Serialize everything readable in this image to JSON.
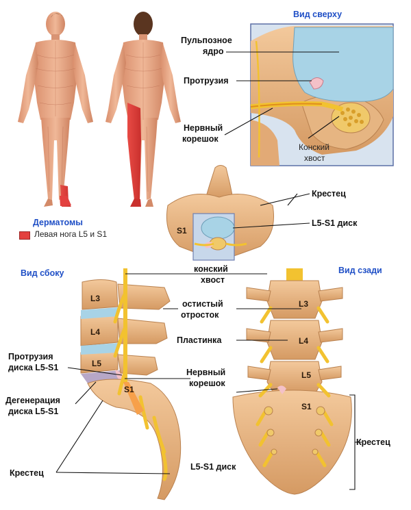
{
  "views": {
    "top": "Вид сверху",
    "side": "Вид сбоку",
    "back": "Вид сзади"
  },
  "dermatomes": {
    "title": "Дерматомы",
    "legend": "Левая нога L5 и S1",
    "legend_color": "#e3413f"
  },
  "top_labels": {
    "nucleus_line1": "Пульпозное",
    "nucleus_line2": "ядро",
    "protrusion": "Протрузия",
    "root_line1": "Нервный",
    "root_line2": "корешок",
    "cauda_line1": "Конский",
    "cauda_line2": "хвост"
  },
  "sacrum_labels": {
    "sacrum": "Крестец",
    "disc": "L5-S1 диск",
    "s1": "S1"
  },
  "middle_labels": {
    "cauda_line1": "конский",
    "cauda_line2": "хвост",
    "spinous_line1": "остистый",
    "spinous_line2": "отросток",
    "lamina": "Пластинка",
    "root_line1": "Нервный",
    "root_line2": "корешок",
    "disc": "L5-S1 диск"
  },
  "side_labels": {
    "protrusion_line1": "Протрузия",
    "protrusion_line2": "диска L5-S1",
    "degeneration_line1": "Дегенерация",
    "degeneration_line2": "диска L5-S1",
    "sacrum": "Крестец"
  },
  "back_labels": {
    "sacrum": "Крестец"
  },
  "vertebrae": {
    "l3": "L3",
    "l4": "L4",
    "l5": "L5",
    "s1": "S1"
  },
  "colors": {
    "bone": "#e8b584",
    "bone_dark": "#b9814f",
    "disc": "#a8d3e6",
    "nerve": "#f2c230",
    "skin": "#e7a98a",
    "highlight": "#e3413f",
    "inset_bg": "#d8e3ef",
    "inset_border": "#5b6fa6",
    "view_title": "#1f4fc6"
  }
}
